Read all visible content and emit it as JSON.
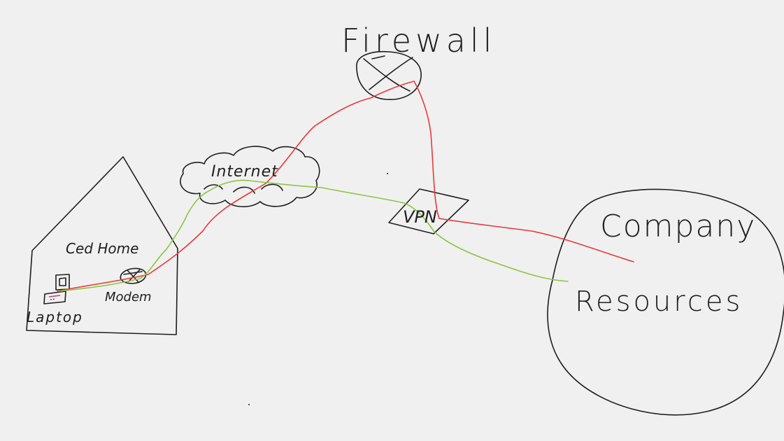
{
  "labels": {
    "firewall": "Firewall",
    "internet": "Internet",
    "vpn": "VPN",
    "company": "Company",
    "resources": "Resources",
    "home": "Ced Home",
    "modem": "Modem",
    "laptop": "Laptop"
  },
  "colors": {
    "background": "#f0f0f0",
    "ink": "#1e1e1e",
    "red_path": "#e8393a",
    "green_path": "#8cc63f",
    "laptop_screen_accent": "#c23a8a"
  }
}
